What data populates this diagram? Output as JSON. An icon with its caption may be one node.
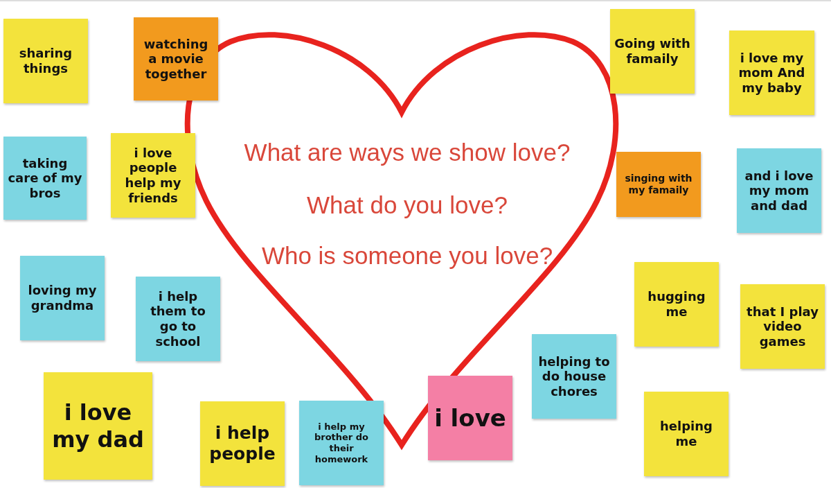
{
  "diagram": {
    "nodes": [
      {
        "text": [
          "What are ways we show love?",
          "What do you love?",
          "Who is someone you love?"
        ]
      },
      {
        "text": [
          "sharing things"
        ]
      },
      {
        "text": [
          "watching a movie together"
        ]
      },
      {
        "text": [
          "Going with famaily"
        ]
      },
      {
        "text": [
          "i love my mom And my baby"
        ]
      },
      {
        "text": [
          "i love people help my friends"
        ]
      },
      {
        "text": [
          "taking care of my bros"
        ]
      },
      {
        "text": [
          "and i love my mom and dad"
        ]
      },
      {
        "text": [
          "singing with my famaily"
        ]
      },
      {
        "text": [
          "loving my grandma"
        ]
      },
      {
        "text": [
          "hugging me"
        ]
      },
      {
        "text": [
          "i help them to go to school"
        ]
      },
      {
        "text": [
          "that I play video games"
        ]
      },
      {
        "text": [
          "helping to do house chores"
        ]
      },
      {
        "text": [
          "i love my dad"
        ]
      },
      {
        "text": [
          "i love"
        ]
      },
      {
        "text": [
          "helping me"
        ]
      },
      {
        "text": [
          "i help people"
        ]
      },
      {
        "text": [
          "i help my brother do their homework"
        ]
      }
    ],
    "edges": []
  }
}
